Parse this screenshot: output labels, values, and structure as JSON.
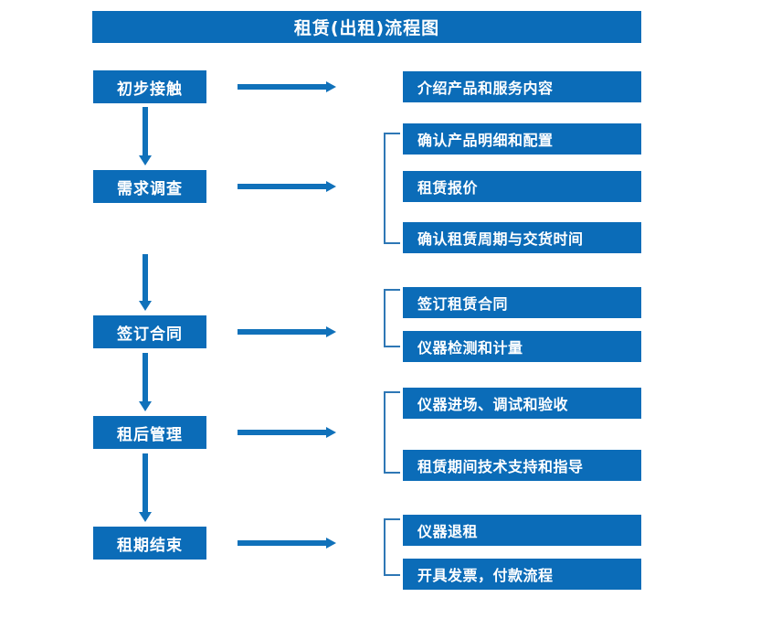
{
  "title": "租赁(出租)流程图",
  "colors": {
    "box_fill": "#0b6cb8",
    "box_text": "#ffffff",
    "arrow": "#1071ba",
    "bracket": "#2e77b5",
    "background": "#ffffff"
  },
  "stages": [
    {
      "label": "初步接触"
    },
    {
      "label": "需求调查"
    },
    {
      "label": "签订合同"
    },
    {
      "label": "租后管理"
    },
    {
      "label": "租期结束"
    }
  ],
  "details": [
    {
      "label": "介绍产品和服务内容"
    },
    {
      "label": "确认产品明细和配置"
    },
    {
      "label": "租赁报价"
    },
    {
      "label": "确认租赁周期与交货时间"
    },
    {
      "label": "签订租赁合同"
    },
    {
      "label": "仪器检测和计量"
    },
    {
      "label": "仪器进场、调试和验收"
    },
    {
      "label": "租赁期间技术支持和指导"
    },
    {
      "label": "仪器退租"
    },
    {
      "label": "开具发票，付款流程"
    }
  ],
  "connectors": {
    "down_arrow_count": 4,
    "right_arrow_count": 5,
    "bracket_count": 4
  }
}
